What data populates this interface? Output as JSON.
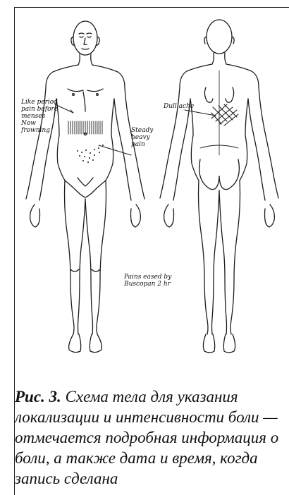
{
  "figure": {
    "front_notes": {
      "left": "Like period\npain before\nmenses\nNow\nfrowning",
      "right": "Steady\nheavy\npain"
    },
    "back_notes": {
      "left": "Dull ache"
    },
    "bottom_note": "Pains eased by\nBuscopan 2 hr"
  },
  "caption": {
    "label": "Рис. 3.",
    "text": " Схема тела для указания локализации и интенсивности боли — отмечается подробная информация о боли, а также дата и время, когда запись сделана"
  }
}
